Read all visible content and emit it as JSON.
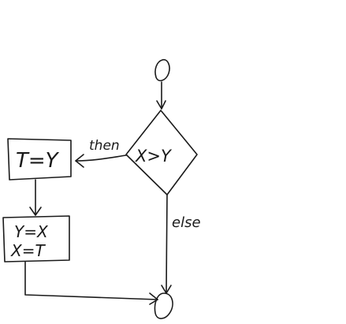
{
  "diagram": {
    "kind": "hand-drawn flowchart",
    "start_node": {
      "shape": "circle",
      "label": ""
    },
    "decision": {
      "shape": "diamond",
      "label": "X>Y"
    },
    "then_box": {
      "shape": "rectangle",
      "lines": [
        "T=Y"
      ]
    },
    "swap_box": {
      "shape": "rectangle",
      "lines": [
        "Y=X",
        "X=T"
      ]
    },
    "end_node": {
      "shape": "circle",
      "label": ""
    },
    "edges": {
      "then_label": "then",
      "else_label": "else"
    },
    "ink_color": "#1a1a1a",
    "background_color": "#ffffff"
  }
}
